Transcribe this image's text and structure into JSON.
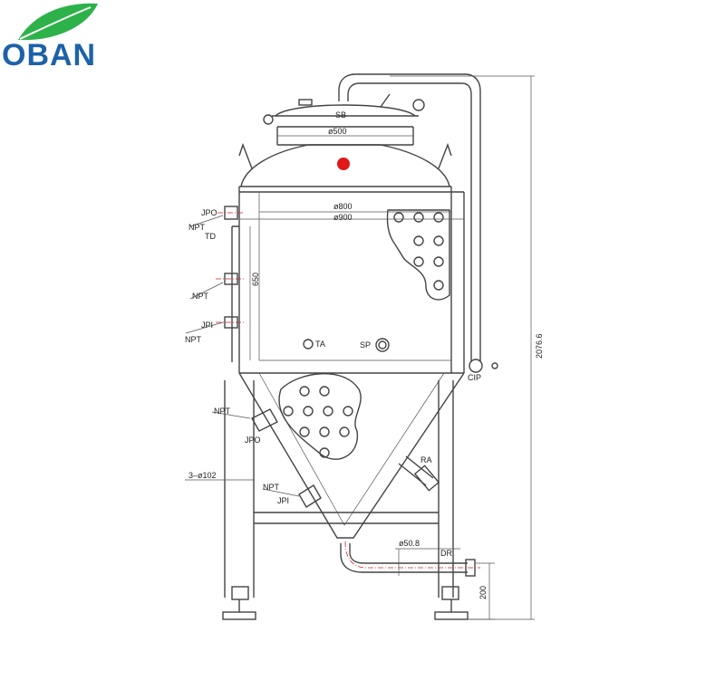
{
  "brand": {
    "name": "OBAN",
    "leaf_color": "#2db24a",
    "text_color": "#1d62a8"
  },
  "labels": {
    "sb": "SB",
    "d500": "ø500",
    "d800": "ø800",
    "d900": "ø900",
    "jpo_top": "JPO",
    "npt_top": "NPT",
    "td": "TD",
    "dim650": "650",
    "npt_mid": "NPT",
    "jpi_top": "JPI",
    "npt_jpi": "NPT",
    "ta": "TA",
    "sp": "SP",
    "cip": "CIP",
    "dim2076": "2076.6",
    "npt_cone": "NPT",
    "jpo_cone": "JPO",
    "ra": "RA",
    "leg": "3–ø102",
    "npt_low": "NPT",
    "jpi_low": "JPI",
    "d508": "ø50.8",
    "dr": "DR",
    "dim200": "200"
  },
  "colors": {
    "line": "#444444",
    "centerline": "#d42020",
    "sight_glass": "#e01818"
  }
}
